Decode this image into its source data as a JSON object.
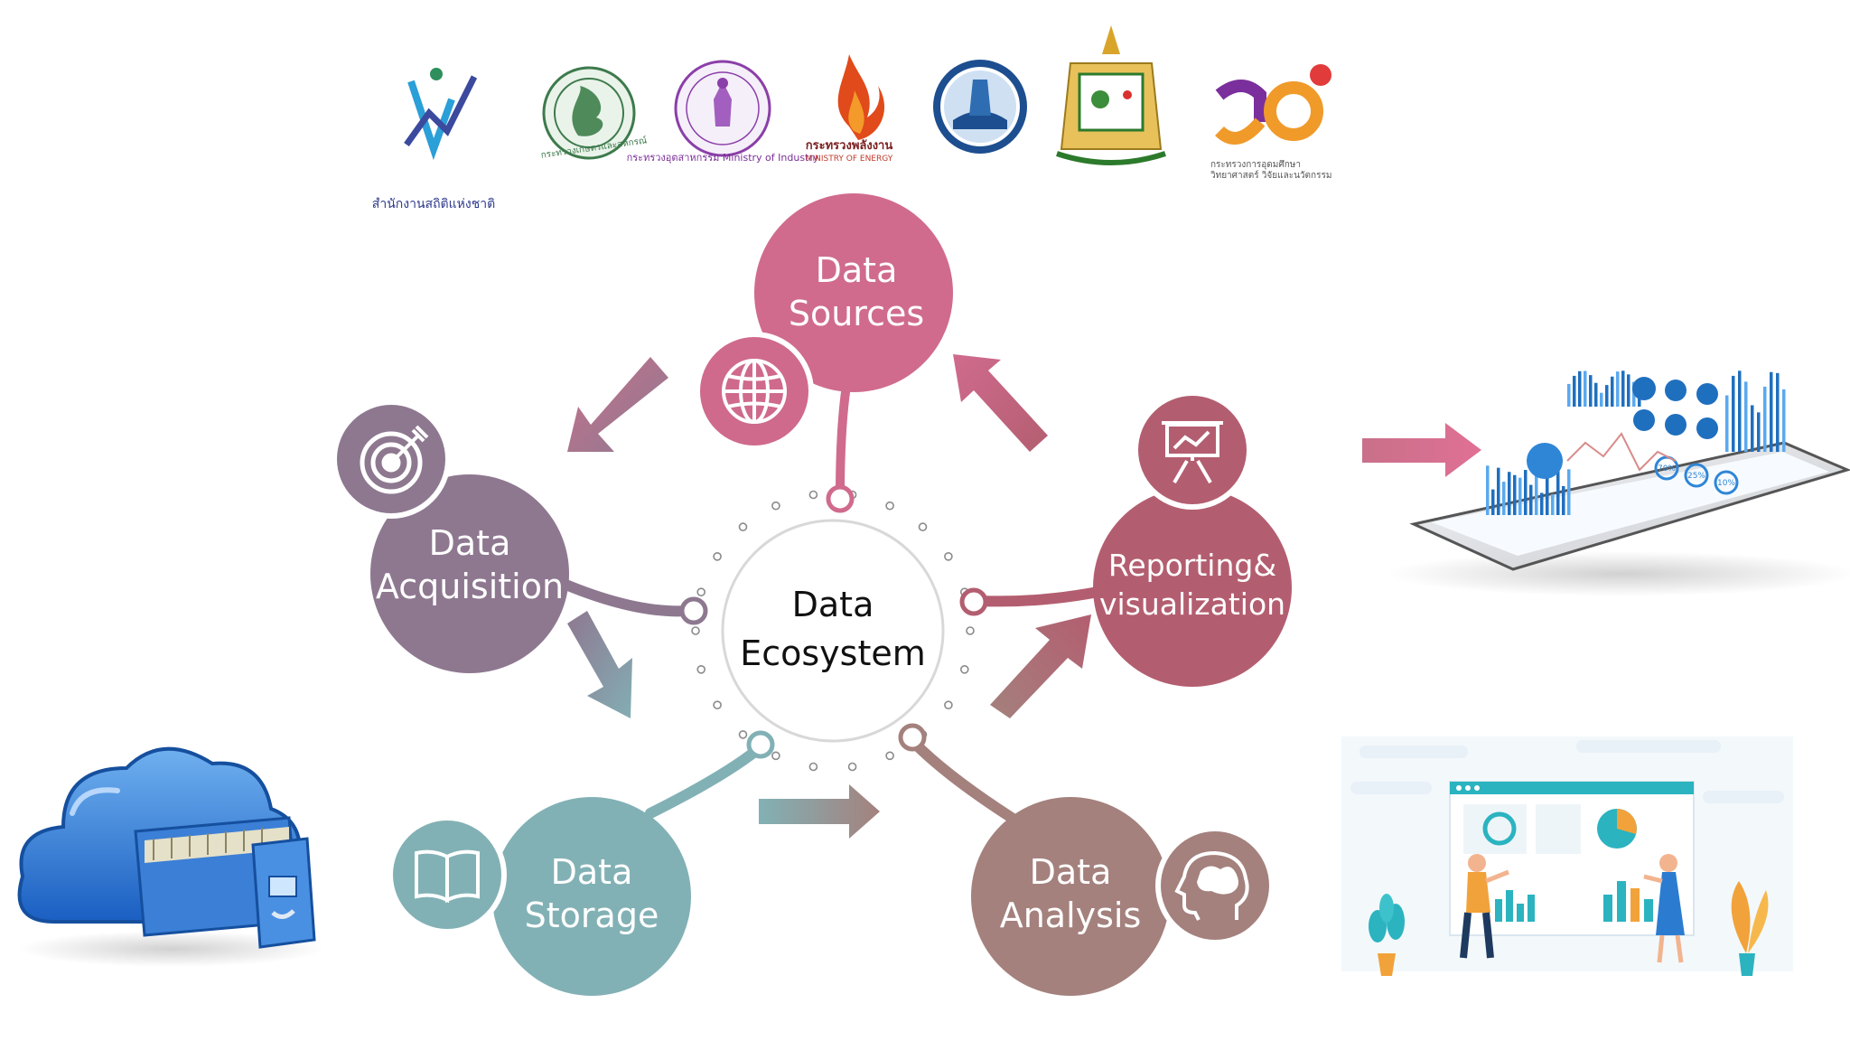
{
  "logos": [
    {
      "name": "nso-logo",
      "caption": "สำนักงานสถิติแห่งชาติ"
    },
    {
      "name": "agriculture-ministry-seal",
      "caption": "กระทรวงเกษตรและสหกรณ์"
    },
    {
      "name": "industry-ministry-seal",
      "caption": "กระทรวงอุตสาหกรรม Ministry of Industry"
    },
    {
      "name": "energy-ministry-logo",
      "caption": "กระทรวงพลังงาน",
      "caption_en": "MINISTRY OF ENERGY"
    },
    {
      "name": "province-seal-blue",
      "caption": ""
    },
    {
      "name": "province-seal-gold",
      "caption": ""
    },
    {
      "name": "science-ministry-logo",
      "caption": "กระทรวงการอุดมศึกษา",
      "caption2": "วิทยาศาสตร์ วิจัยและนวัตกรรม"
    }
  ],
  "diagram": {
    "center": [
      "Data",
      "Ecosystem"
    ],
    "nodes": {
      "sources": {
        "label": [
          "Data",
          "Sources"
        ],
        "color": "#d06b8e",
        "icon": "globe-icon"
      },
      "acquisition": {
        "label": [
          "Data",
          "Acquisition"
        ],
        "color": "#8e7890",
        "icon": "target-icon"
      },
      "storage": {
        "label": [
          "Data",
          "Storage"
        ],
        "color": "#82b1b5",
        "icon": "book-icon"
      },
      "analysis": {
        "label": [
          "Data",
          "Analysis"
        ],
        "color": "#a4817d",
        "icon": "brain-icon"
      },
      "reporting": {
        "label": [
          "Reporting&",
          "visualization"
        ],
        "color": "#b35e70",
        "icon": "presentation-chart-icon"
      }
    }
  },
  "illustrations": [
    {
      "name": "cloud-storage-illustration"
    },
    {
      "name": "tablet-dashboard-illustration",
      "gauge_labels": [
        "70%",
        "25%",
        "10%"
      ]
    },
    {
      "name": "dashboard-team-illustration"
    }
  ]
}
